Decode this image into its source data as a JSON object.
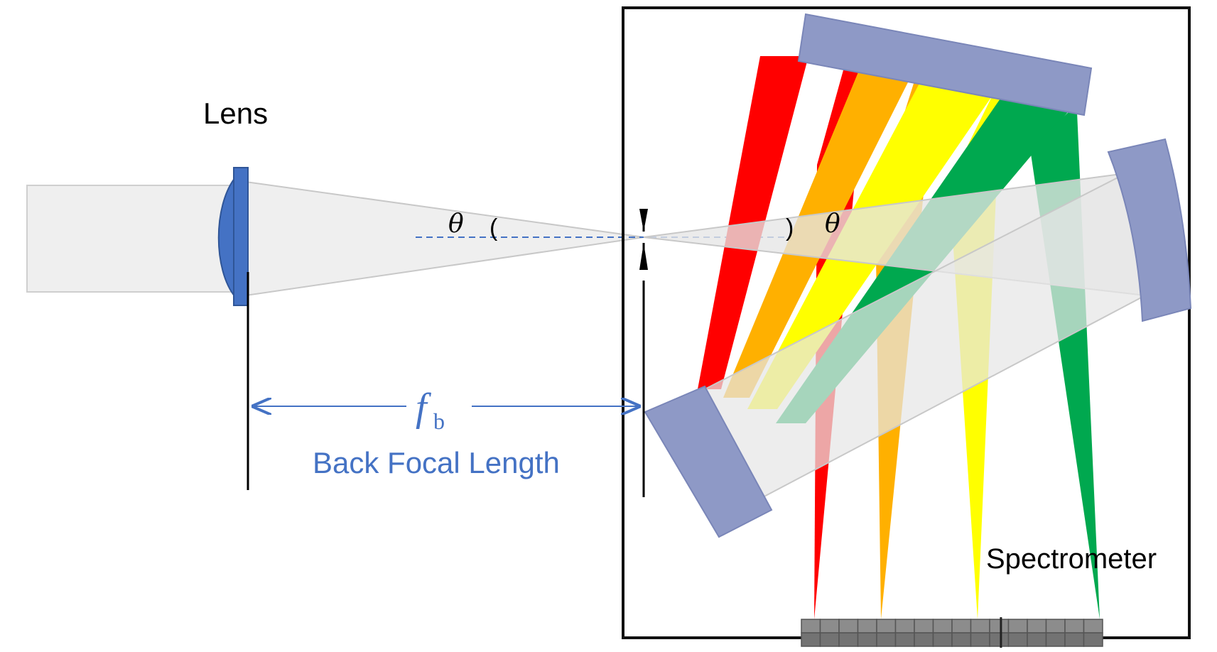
{
  "labels": {
    "lens": "Lens",
    "theta_left": "θ",
    "theta_right": "θ",
    "paren_left": "(",
    "paren_right": ")",
    "focal_symbol": "f",
    "focal_subscript": "b",
    "focal_caption": "Back Focal Length",
    "spectrometer": "Spectrometer"
  },
  "colors": {
    "lens_blue": "#4472C4",
    "mirror": "#8E99C6",
    "beam_gray": "#d9d9d9",
    "red": "#FF0000",
    "orange": "#FFB000",
    "yellow": "#FFFF00",
    "green": "#00A84F",
    "detector": "#7f7f7f",
    "annotation_blue": "#4472C4"
  },
  "spectrum_order": [
    "red",
    "orange",
    "yellow",
    "green"
  ]
}
